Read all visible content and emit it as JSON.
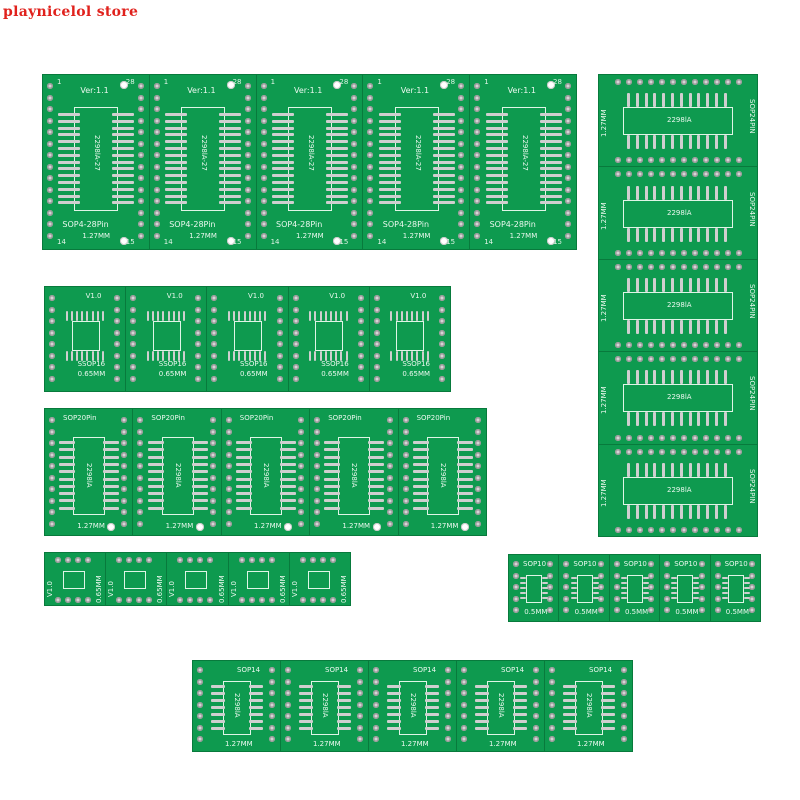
{
  "watermark": "playnicelol store",
  "sop28": {
    "title": "SOP4-28Pin",
    "ver": "Ver:1.1",
    "pitch": "1.27MM",
    "part": "2298lA-27",
    "pin_first": "1",
    "pin_last_top": "28",
    "pin_bottom_left": "14",
    "pin_bottom_right": "15"
  },
  "ssop16": {
    "title": "SSOP16",
    "ver": "V1.0",
    "pitch": "0.65MM"
  },
  "sop20": {
    "title": "SOP20Pin",
    "part": "2298lA",
    "pitch": "1.27MM"
  },
  "small8": {
    "ver": "V1.0",
    "pitch": "0.65MM"
  },
  "sop10": {
    "title": "SOP10",
    "pitch": "0.5MM"
  },
  "sop14": {
    "title": "SOP14",
    "part": "2298lA",
    "pitch": "1.27MM"
  },
  "sop24": {
    "title": "SOP24PIN",
    "part": "2298lA",
    "pitch": "1.27MM"
  }
}
